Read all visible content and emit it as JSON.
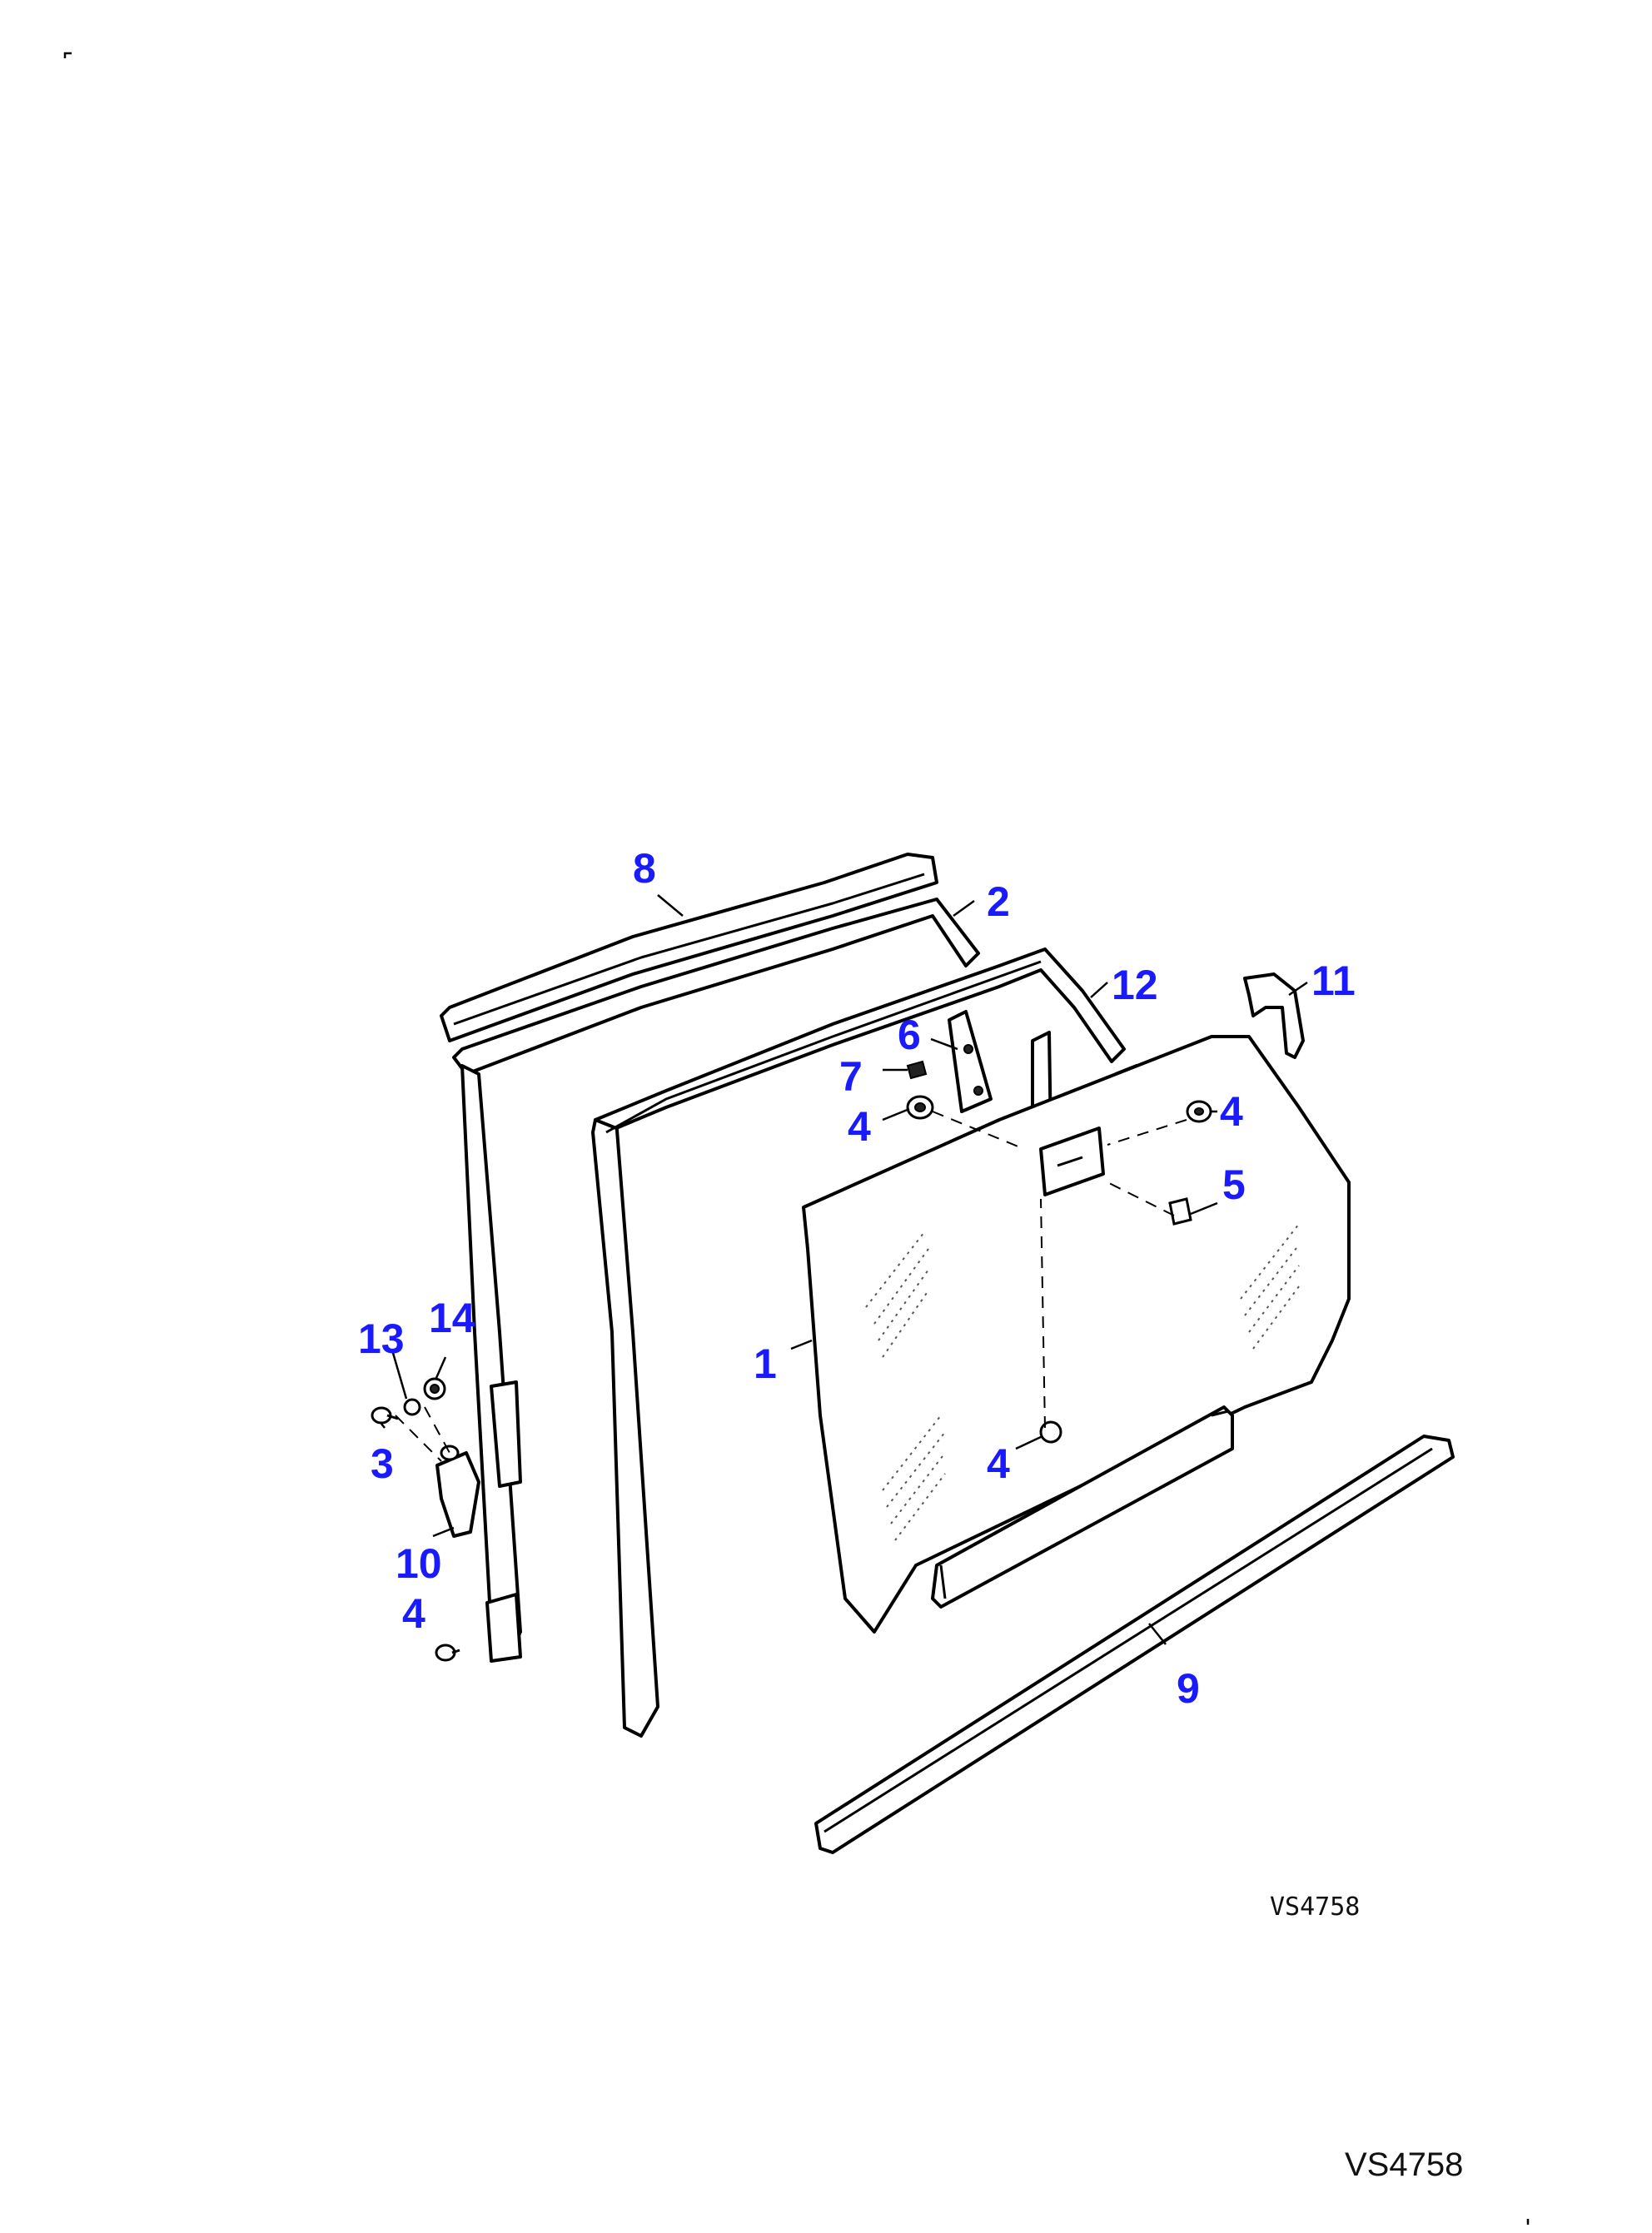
{
  "diagram": {
    "reference_inline": "VS4758",
    "reference_corner": "VS4758",
    "callouts": [
      {
        "id": "c8",
        "label": "8"
      },
      {
        "id": "c2",
        "label": "2"
      },
      {
        "id": "c12",
        "label": "12"
      },
      {
        "id": "c11",
        "label": "11"
      },
      {
        "id": "c6",
        "label": "6"
      },
      {
        "id": "c7",
        "label": "7"
      },
      {
        "id": "c4a",
        "label": "4"
      },
      {
        "id": "c4b",
        "label": "4"
      },
      {
        "id": "c5",
        "label": "5"
      },
      {
        "id": "c1",
        "label": "1"
      },
      {
        "id": "c13",
        "label": "13"
      },
      {
        "id": "c14",
        "label": "14"
      },
      {
        "id": "c3",
        "label": "3"
      },
      {
        "id": "c4c",
        "label": "4"
      },
      {
        "id": "c10",
        "label": "10"
      },
      {
        "id": "c4d",
        "label": "4"
      },
      {
        "id": "c9",
        "label": "9"
      }
    ],
    "colors": {
      "callout": "#1a1aff",
      "line": "#000000",
      "background": "#ffffff"
    }
  }
}
